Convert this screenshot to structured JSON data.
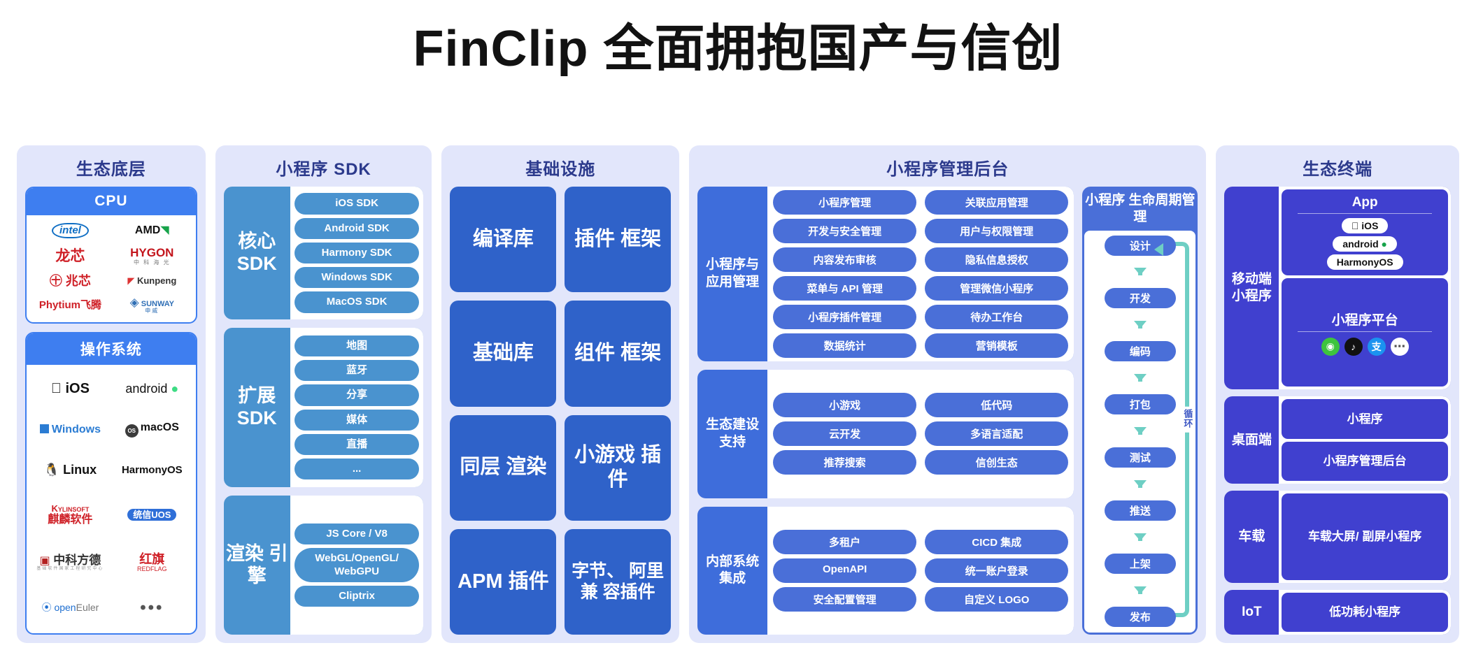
{
  "title": "FinClip 全面拥抱国产与信创",
  "columns": {
    "ecosystem": {
      "title": "生态底层",
      "cpu": {
        "header": "CPU",
        "logos": [
          "intel",
          "AMD",
          "龙芯",
          "HYGON 中科海光",
          "兆芯",
          "Kunpeng",
          "Phytium飞腾",
          "SUNWAY 申威"
        ]
      },
      "os": {
        "header": "操作系统",
        "logos": [
          "iOS",
          "android",
          "Windows",
          "macOS",
          "Linux",
          "HarmonyOS",
          "KYLINSOFT 麒麟软件",
          "统信UOS",
          "中科方德",
          "红旗 REDFLAG",
          "openEuler",
          "•••"
        ]
      }
    },
    "sdk": {
      "title": "小程序 SDK",
      "groups": [
        {
          "label": "核心 SDK",
          "items": [
            "iOS SDK",
            "Android SDK",
            "Harmony SDK",
            "Windows SDK",
            "MacOS SDK"
          ]
        },
        {
          "label": "扩展 SDK",
          "items": [
            "地图",
            "蓝牙",
            "分享",
            "媒体",
            "直播",
            "..."
          ]
        },
        {
          "label": "渲染 引擎",
          "items": [
            "JS Core / V8",
            "WebGL/OpenGL/ WebGPU",
            "Cliptrix"
          ]
        }
      ]
    },
    "infrastructure": {
      "title": "基础设施",
      "cards": [
        "编译库",
        "插件 框架",
        "基础库",
        "组件 框架",
        "同层 渲染",
        "小游戏 插件",
        "APM 插件",
        "字节、 阿里兼 容插件"
      ]
    },
    "backend": {
      "title": "小程序管理后台",
      "groups": [
        {
          "label": "小程序与 应用管理",
          "items": [
            "小程序管理",
            "关联应用管理",
            "开发与安全管理",
            "用户与权限管理",
            "内容发布审核",
            "隐私信息授权",
            "菜单与 API 管理",
            "管理微信小程序",
            "小程序插件管理",
            "待办工作台",
            "数据统计",
            "营销模板"
          ]
        },
        {
          "label": "生态建设 支持",
          "items": [
            "小游戏",
            "低代码",
            "云开发",
            "多语言适配",
            "推荐搜索",
            "信创生态"
          ]
        },
        {
          "label": "内部系统 集成",
          "items": [
            "多租户",
            "CICD 集成",
            "OpenAPI",
            "统一账户登录",
            "安全配置管理",
            "自定义 LOGO"
          ]
        }
      ],
      "lifecycle": {
        "title": "小程序 生命周期管理",
        "steps": [
          "设计",
          "开发",
          "编码",
          "打包",
          "测试",
          "推送",
          "上架",
          "发布"
        ],
        "loop_label": "循环"
      }
    },
    "terminals": {
      "title": "生态终端",
      "groups": [
        {
          "label": "移动端 小程序",
          "cards": [
            {
              "title": "App",
              "chips": [
                "iOS",
                "android",
                "HarmonyOS"
              ]
            },
            {
              "title": "小程序平台",
              "icons": [
                "wechat-icon",
                "tiktok-icon",
                "alipay-icon",
                "more-icon"
              ]
            }
          ]
        },
        {
          "label": "桌面端",
          "simple": [
            "小程序",
            "小程序管理后台"
          ]
        },
        {
          "label": "车载",
          "simple": [
            "车载大屏/ 副屏小程序"
          ]
        },
        {
          "label": "IoT",
          "simple": [
            "低功耗小程序"
          ]
        }
      ]
    }
  },
  "colors": {
    "panel_bg": "#e2e6fb",
    "title_text": "#2c3a8c",
    "cpu_blue": "#3e7ef0",
    "sdk_blue": "#4a93cf",
    "infra_blue": "#2f62c9",
    "backend_blue": "#4a6fd8",
    "terminal_blue": "#4040cf",
    "arrow_teal": "#6ecfc4"
  }
}
